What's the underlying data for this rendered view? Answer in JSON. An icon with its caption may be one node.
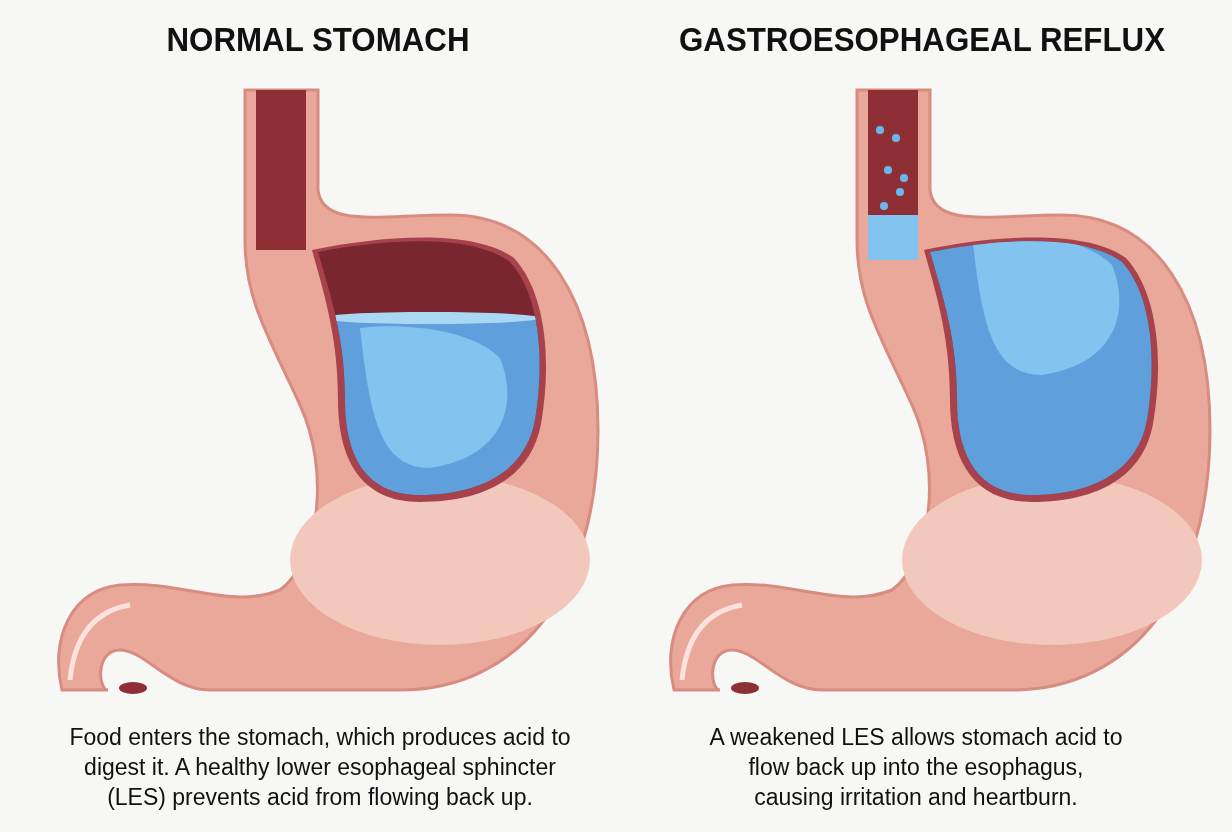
{
  "diagram": {
    "labels": [
      "NORMAL STOMACH",
      "GASTROESOPHAGEAL REFLUX",
      "Food enters the stomach, which produces acid to digest it. A healthy lower esophageal sphincter (LES) prevents acid from flowing back up.",
      "A weakened LES allows stomach acid to flow back up into the esophagus, causing irritation and heartburn."
    ]
  }
}
